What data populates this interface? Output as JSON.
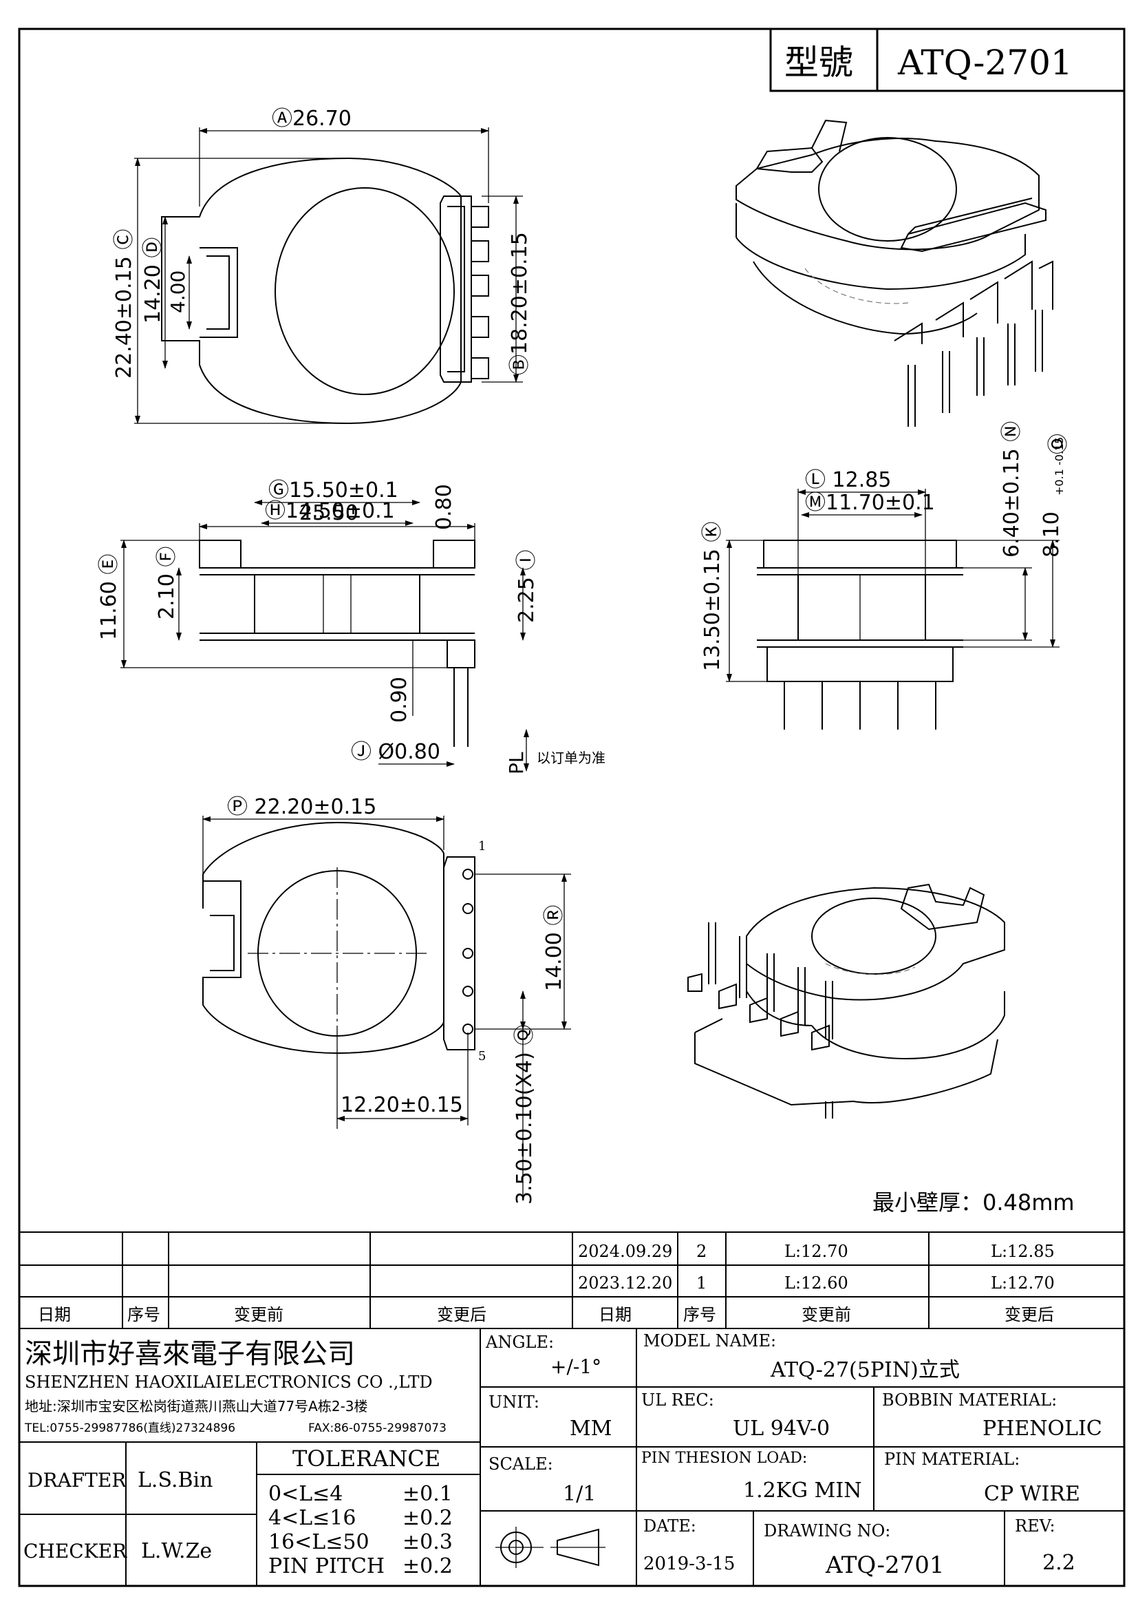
{
  "header": {
    "type_label": "型號",
    "model": "ATQ-2701"
  },
  "dims": {
    "A": "Ⓐ26.70",
    "B": "Ⓑ18.20±0.15",
    "C": "22.40±0.15 Ⓒ",
    "D": "14.20 Ⓓ",
    "d4": "4.00",
    "w2550": "25.50",
    "G": "Ⓖ15.50±0.1",
    "H": "Ⓗ14.50±0.1",
    "d080": "0.80",
    "E": "11.60 Ⓔ",
    "F": "2.10 Ⓕ",
    "I": "2.25 Ⓘ",
    "d090": "0.90",
    "J": "Ⓙ Ø0.80",
    "PL": "PL",
    "pl_note": "以订单为准",
    "L": "Ⓛ 12.85",
    "M": "Ⓜ11.70±0.1",
    "K": "13.50±0.15 Ⓚ",
    "N": "6.40±0.15 Ⓝ",
    "O_main": "8.10",
    "O_tol": "+0.1 -0.15",
    "O": "Ⓞ",
    "P": "Ⓟ 22.20±0.15",
    "R": "14.00 Ⓡ",
    "Q": "3.50±0.10(X4) Ⓠ",
    "d1220": "12.20±0.15",
    "pin1": "1",
    "pin5": "5",
    "min_wall": "最小壁厚：0.48mm"
  },
  "revisions": {
    "headers": [
      "日期",
      "序号",
      "变更前",
      "变更后",
      "日期",
      "序号",
      "变更前",
      "变更后"
    ],
    "rows": [
      {
        "date": "2024.09.29",
        "no": "2",
        "before": "L:12.70",
        "after": "L:12.85"
      },
      {
        "date": "2023.12.20",
        "no": "1",
        "before": "L:12.60",
        "after": "L:12.70"
      }
    ]
  },
  "company": {
    "name_cn": "深圳市好喜來電子有限公司",
    "name_en": "SHENZHEN HAOXILAIELECTRONICS CO .,LTD",
    "address": "地址:深圳市宝安区松岗街道燕川燕山大道77号A栋2-3楼",
    "tel": "TEL:0755-29987786(直线)27324896",
    "fax": "FAX:86-0755-29987073"
  },
  "titleblock": {
    "drafter_label": "DRAFTER",
    "drafter": "L.S.Bin",
    "checker_label": "CHECKER",
    "checker": "L.W.Ze",
    "tolerance_label": "TOLERANCE",
    "tolerances": [
      {
        "range": "0<L≤4",
        "value": "±0.1"
      },
      {
        "range": "4<L≤16",
        "value": "±0.2"
      },
      {
        "range": "16<L≤50",
        "value": "±0.3"
      },
      {
        "range": "PIN PITCH",
        "value": "±0.2"
      }
    ],
    "angle_label": "ANGLE:",
    "angle": "+/-1°",
    "unit_label": "UNIT:",
    "unit": "MM",
    "scale_label": "SCALE:",
    "scale": "1/1",
    "model_name_label": "MODEL NAME:",
    "model_name": "ATQ-27(5PIN)立式",
    "ul_label": "UL REC:",
    "ul": "UL 94V-0",
    "bobbin_label": "BOBBIN MATERIAL:",
    "bobbin": "PHENOLIC",
    "pin_load_label": "PIN THESION LOAD:",
    "pin_load": "1.2KG MIN",
    "pin_mat_label": "PIN MATERIAL:",
    "pin_mat": "CP  WIRE",
    "date_label": "DATE:",
    "date": "2019-3-15",
    "drawing_no_label": "DRAWING NO:",
    "drawing_no": "ATQ-2701",
    "rev_label": "REV:",
    "rev": "2.2"
  }
}
